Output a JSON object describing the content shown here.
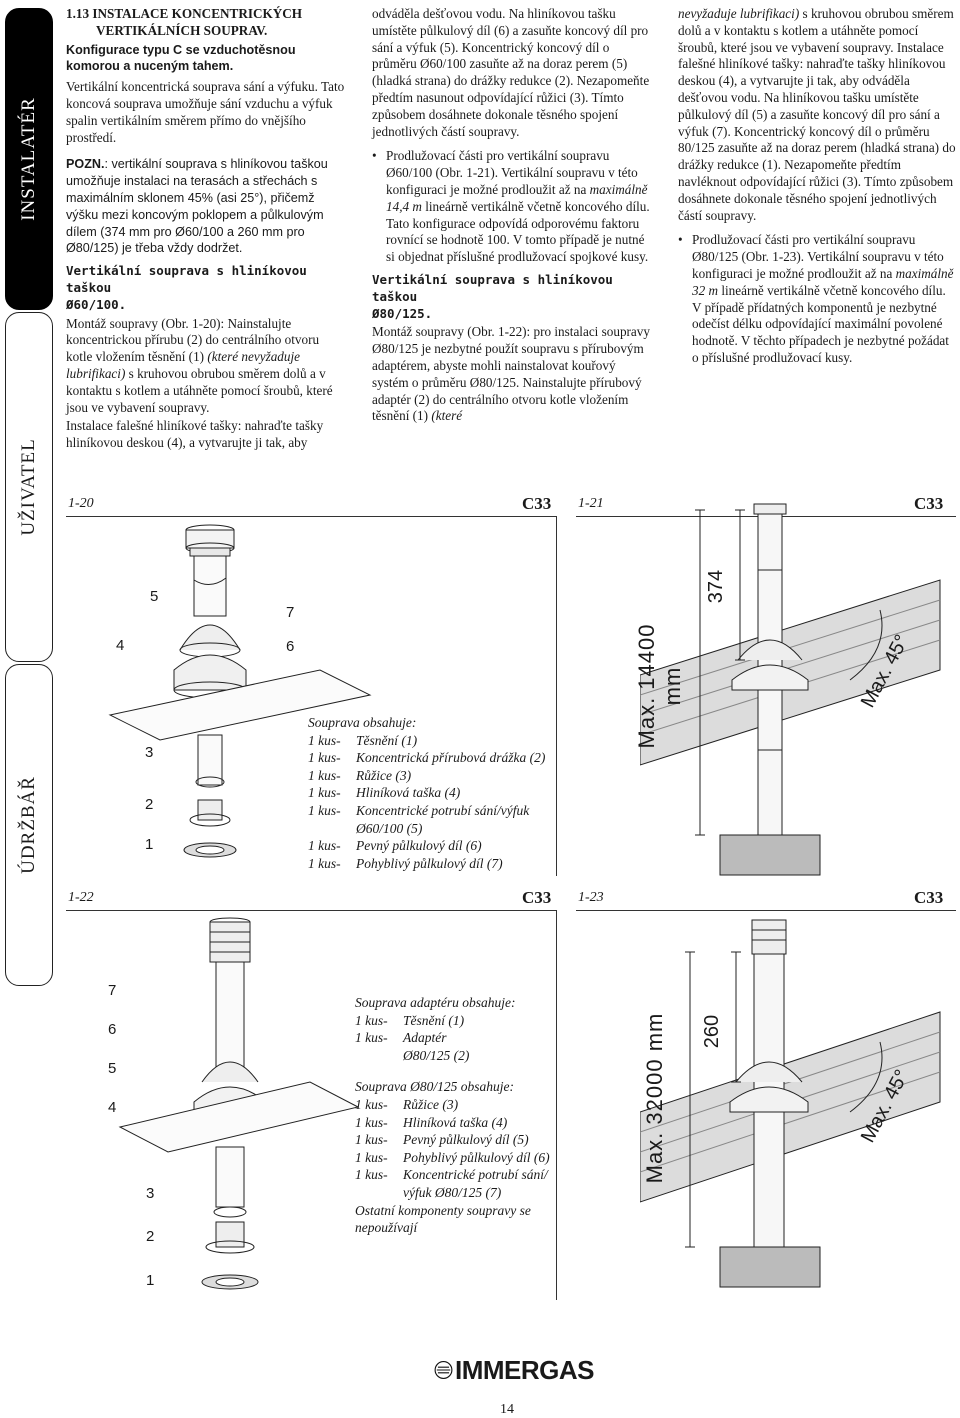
{
  "sidebar": {
    "installer": "INSTALATÉR",
    "user": "UŽIVATEL",
    "maintenance": "ÚDRŽBÁŘ"
  },
  "col1": {
    "heading_line1": "1.13 INSTALACE KONCENTRICKÝCH",
    "heading_line2": "VERTIKÁLNÍCH SOUPRAV.",
    "subheading": "Konfigurace typu C se vzduchotěsnou komorou a nuceným tahem.",
    "intro": "Vertikální koncentrická souprava sání a výfuku. Tato koncová souprava umožňuje sání vzduchu a výfuk spalin vertikálním směrem přímo do vnějšího prostředí.",
    "note_label": "POZN.",
    "note_text": ": vertikální souprava s hliníkovou taškou umožňuje instalaci na terasách a střechách s maximálním sklonem 45% (asi 25°), přičemž výšku mezi koncovým poklopem a půlkulovým dílem (374 mm pro Ø60/100 a 260 mm pro Ø80/125) je třeba vždy dodržet.",
    "kit60_title_a": "Vertikální souprava s hliníkovou taškou",
    "kit60_title_b": "Ø60/100.",
    "assembly_a": "Montáž soupravy (Obr. 1-20): Nainstalujte koncentrickou přírubu (2) do centrálního otvoru kotle vložením těsnění (1) ",
    "assembly_italic": "(které nevyžaduje lubrifikaci)",
    "assembly_b": " s kruhovou obrubou směrem dolů a v kontaktu s kotlem a utáhněte pomocí šroubů, které jsou ve vybavení soupravy.",
    "tile_a": "Instalace falešné hliníkové tašky: nahraďte tašky hliníkovou deskou (4), a vytvarujte ji tak, aby"
  },
  "col2": {
    "cont": "odváděla dešťovou vodu. Na hliníkovou tašku umístěte půlkulový díl (6) a zasuňte koncový díl pro sání a výfuk (5). Koncentrický koncový díl o průměru Ø60/100 zasuňte až na doraz perem (5) (hladká strana) do drážky redukce (2). Nezapomeňte předtím nasunout odpovídající růžici (3). Tímto způsobem dosáhnete dokonale těsného spojení jednotlivých částí soupravy.",
    "bullet_a": "Prodlužovací části pro vertikální soupravu Ø60/100 (Obr. 1-21). Vertikální soupravu v této konfiguraci je možné prodloužit až na ",
    "bullet_italic": "maximálně 14,4 m",
    "bullet_b": " lineárně vertikálně včetně koncového dílu. Tato konfigurace odpovídá odporovému faktoru rovnící se hodnotě 100. V tomto případě je nutné si objednat příslušné prodlužovací spojkové kusy.",
    "kit80_title_a": "Vertikální souprava s hliníkovou taškou",
    "kit80_title_b": "Ø80/125.",
    "assembly_a": "Montáž soupravy (Obr. 1-22): pro instalaci soupravy Ø80/125 je nezbytné použít soupravu s přírubovým adaptérem, abyste mohli nainstalovat kouřový systém o průměru Ø80/125. Nainstalujte přírubový adaptér (2) do centrálního otvoru kotle vložením těsnění (1) ",
    "assembly_italic": "(které"
  },
  "col3": {
    "cont_italic": "nevyžaduje lubrifikaci)",
    "cont": " s kruhovou obrubou směrem dolů a v kontaktu s kotlem a utáhněte pomocí šroubů, které jsou ve vybavení soupravy. Instalace falešné hliníkové tašky: nahraďte tašky hliníkovou deskou (4), a vytvarujte ji tak, aby odváděla dešťovou vodu. Na hliníkovou tašku umístěte půlkulový díl (5) a zasuňte koncový díl pro sání a výfuk (7). Koncentrický koncový díl o průměru 80/125 zasuňte až na doraz perem (hladká strana) do drážky redukce (1). Nezapomeňte předtím navléknout odpovídající růžici (3). Tímto způsobem dosáhnete dokonale těsného spojení jednotlivých částí soupravy.",
    "bullet_a": "Prodlužovací části pro vertikální soupravu Ø80/125 (Obr. 1-23). Vertikální soupravu v této konfiguraci je možné prodloužit až na ",
    "bullet_italic": "maximálně 32 m",
    "bullet_b": " lineárně vertikálně včetně koncového dílu. V případě přídatných komponentů je nezbytné odečíst délku odpovídající maximální povolené hodnotě. V těchto případech je nezbytné požádat o příslušné prodlužovací kusy."
  },
  "fig20": {
    "label": "1-20",
    "code": "C33",
    "callouts": [
      "5",
      "4",
      "3",
      "2",
      "1",
      "7",
      "6"
    ],
    "kit_title": "Souprava obsahuje:",
    "items": [
      {
        "qty": "1 kus-",
        "name": "Těsnění (1)"
      },
      {
        "qty": "1 kus-",
        "name": "Koncentrická přírubová drážka (2)"
      },
      {
        "qty": "1 kus-",
        "name": "Růžice (3)"
      },
      {
        "qty": "1 kus-",
        "name": "Hliníková taška (4)"
      },
      {
        "qty": "1 kus-",
        "name": "Koncentrické potrubí sání/výfuk"
      },
      {
        "qty": "",
        "name": "Ø60/100 (5)"
      },
      {
        "qty": "1 kus-",
        "name": "Pevný půlkulový díl (6)"
      },
      {
        "qty": "1 kus-",
        "name": "Pohyblivý půlkulový díl (7)"
      }
    ]
  },
  "fig21": {
    "label": "1-21",
    "code": "C33",
    "dim_max": "Max. 14400 mm",
    "dim_top": "374",
    "angle": "Max. 45°"
  },
  "fig22": {
    "label": "1-22",
    "code": "C33",
    "callouts": [
      "7",
      "6",
      "5",
      "4",
      "3",
      "2",
      "1"
    ],
    "adapter_title": "Souprava adaptéru obsahuje:",
    "adapter_items": [
      {
        "qty": "1 kus-",
        "name": "Těsnění (1)"
      },
      {
        "qty": "1 kus-",
        "name": "Adaptér"
      },
      {
        "qty": "",
        "name": "Ø80/125 (2)"
      }
    ],
    "kit_title": "Souprava Ø80/125 obsahuje:",
    "items": [
      {
        "qty": "1 kus-",
        "name": "Růžice (3)"
      },
      {
        "qty": "1 kus-",
        "name": "Hliníková taška (4)"
      },
      {
        "qty": "1 kus-",
        "name": "Pevný půlkulový díl (5)"
      },
      {
        "qty": "1 kus-",
        "name": "Pohyblivý půlkulový díl (6)"
      },
      {
        "qty": "1 kus-",
        "name": "Koncentrické potrubí sání/"
      },
      {
        "qty": "",
        "name": "výfuk Ø80/125 (7)"
      }
    ],
    "note": "Ostatní komponenty soupravy se nepoužívají"
  },
  "fig23": {
    "label": "1-23",
    "code": "C33",
    "dim_max": "Max. 32000 mm",
    "dim_top": "260",
    "angle": "Max. 45°"
  },
  "footer": {
    "brand": "IMMERGAS",
    "page": "14"
  }
}
